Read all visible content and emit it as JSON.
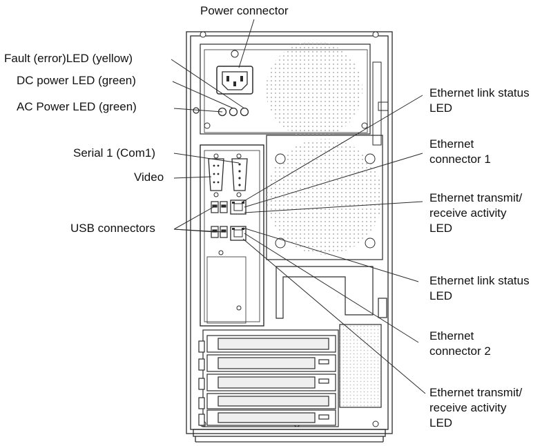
{
  "labels": {
    "power_connector": "Power connector",
    "fault_led": "Fault (error)LED (yellow)",
    "dc_power_led": "DC power LED (green)",
    "ac_power_led": "AC Power LED (green)",
    "serial_1": "Serial 1 (Com1)",
    "video": "Video",
    "usb_connectors": "USB connectors",
    "eth_link_status_1": [
      "Ethernet link status",
      "LED"
    ],
    "eth_connector_1": [
      "Ethernet",
      "connector 1"
    ],
    "eth_activity_1": [
      "Ethernet transmit/",
      "receive activity",
      "LED"
    ],
    "eth_link_status_2": [
      "Ethernet link status",
      "LED"
    ],
    "eth_connector_2": [
      "Ethernet",
      "connector 2"
    ],
    "eth_activity_2": [
      "Ethernet transmit/",
      "receive activity",
      "LED"
    ]
  },
  "colors": {
    "line": "#2a2a2a",
    "case_fill": "#ffffff",
    "vent": "#c9c9c9",
    "slot_fill": "#e8e8e8"
  }
}
